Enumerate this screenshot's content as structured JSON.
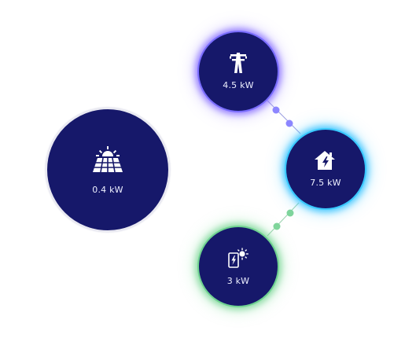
{
  "nodes": {
    "solar": {
      "value": "0.4 kW",
      "icon": "solar-panel-icon"
    },
    "grid": {
      "value": "4.5 kW",
      "icon": "power-pylon-icon"
    },
    "home": {
      "value": "7.5 kW",
      "icon": "home-lightning-icon"
    },
    "battery": {
      "value": "3 kW",
      "icon": "battery-sun-icon"
    }
  },
  "colors": {
    "node_fill": "#16186a",
    "grid_glow": "#7a6dff",
    "home_glow": "#38c8ff",
    "battery_glow": "#6fd190"
  }
}
